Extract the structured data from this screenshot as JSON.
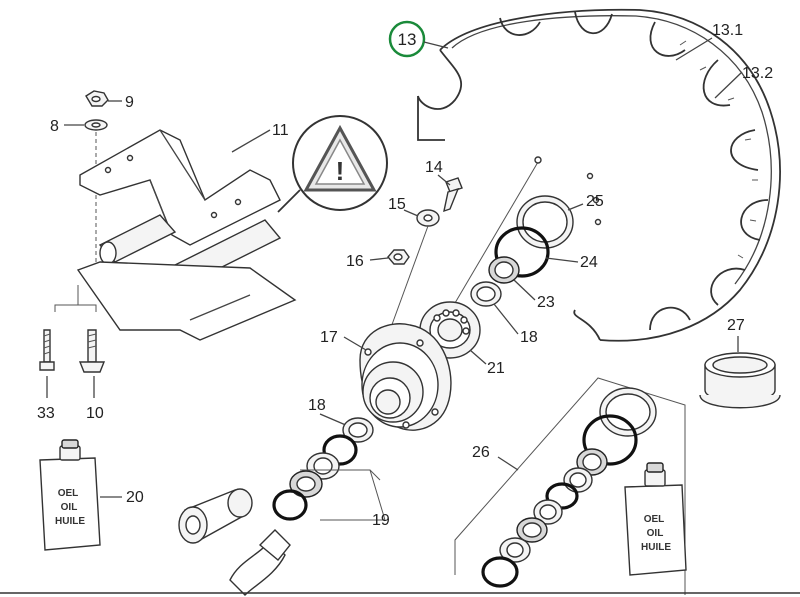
{
  "labels": {
    "p13": "13",
    "p13_1": "13.1",
    "p13_2": "13.2",
    "p9": "9",
    "p8": "8",
    "p11": "11",
    "p14": "14",
    "p15": "15",
    "p16": "16",
    "p25": "25",
    "p24": "24",
    "p23": "23",
    "p18a": "18",
    "p17": "17",
    "p21": "21",
    "p27": "27",
    "p33": "33",
    "p10": "10",
    "p18b": "18",
    "p26": "26",
    "p20": "20",
    "p19": "19"
  },
  "bottle_text": {
    "line1": "OEL",
    "line2": "OIL",
    "line3": "HUILE"
  },
  "warning_symbol": "!",
  "colors": {
    "highlight_circle": "#1a8a3a",
    "ink": "#333333"
  }
}
